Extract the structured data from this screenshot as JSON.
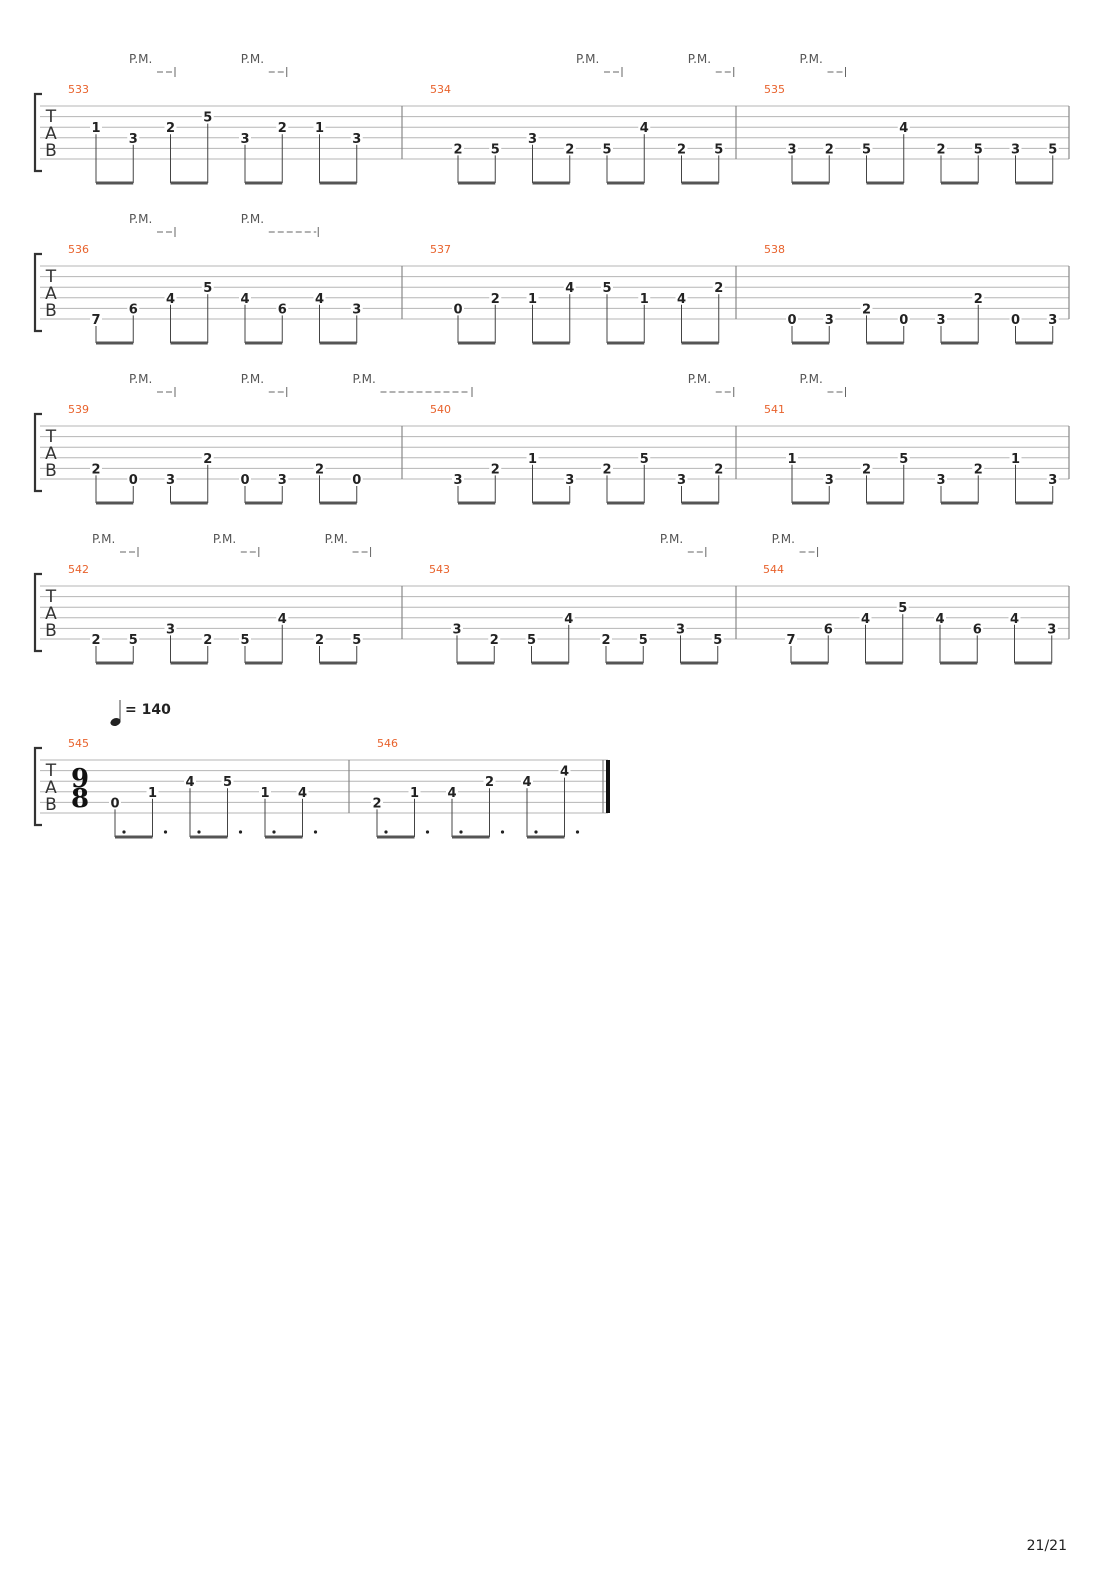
{
  "page_number": "21/21",
  "palm_mute_label": "P.M.",
  "tempo": {
    "value": "= 140"
  },
  "time_signature": {
    "top": "9",
    "bottom": "8"
  },
  "tab_letters": [
    "T",
    "A",
    "B"
  ],
  "systems": [
    {
      "palm_mutes": [
        {
          "beat": 1,
          "len": 1
        },
        {
          "beat": 5,
          "len": 1
        },
        {
          "beat": 17,
          "len": 1
        },
        {
          "beat": 21,
          "len": 1
        },
        {
          "beat": 25,
          "len": 1
        },
        {
          "beat": 41,
          "len": 1
        },
        {
          "beat": 45,
          "len": 1
        }
      ],
      "measures": [
        {
          "number": "533",
          "notes": [
            {
              "s": 3,
              "f": "1"
            },
            {
              "s": 4,
              "f": "3"
            },
            {
              "s": 3,
              "f": "2"
            },
            {
              "s": 2,
              "f": "5"
            },
            {
              "s": 4,
              "f": "3"
            },
            {
              "s": 3,
              "f": "2"
            },
            {
              "s": 3,
              "f": "1"
            },
            {
              "s": 4,
              "f": "3"
            }
          ]
        },
        {
          "number": "534",
          "notes": [
            {
              "s": 5,
              "f": "2"
            },
            {
              "s": 5,
              "f": "5"
            },
            {
              "s": 4,
              "f": "3"
            },
            {
              "s": 5,
              "f": "2"
            },
            {
              "s": 5,
              "f": "5"
            },
            {
              "s": 3,
              "f": "4"
            },
            {
              "s": 5,
              "f": "2"
            },
            {
              "s": 5,
              "f": "5"
            }
          ]
        },
        {
          "number": "535",
          "notes": [
            {
              "s": 5,
              "f": "3"
            },
            {
              "s": 5,
              "f": "2"
            },
            {
              "s": 5,
              "f": "5"
            },
            {
              "s": 3,
              "f": "4"
            },
            {
              "s": 5,
              "f": "2"
            },
            {
              "s": 5,
              "f": "5"
            },
            {
              "s": 5,
              "f": "3"
            },
            {
              "s": 5,
              "f": "5"
            }
          ]
        }
      ]
    },
    {
      "palm_mutes": [
        {
          "beat": 1,
          "len": 1
        },
        {
          "beat": 5,
          "len": 4
        },
        {
          "beat": 37,
          "len": 1
        },
        {
          "beat": 41,
          "len": 1
        },
        {
          "beat": 45,
          "len": 1
        }
      ],
      "measures": [
        {
          "number": "536",
          "notes": [
            {
              "s": 6,
              "f": "7"
            },
            {
              "s": 5,
              "f": "6"
            },
            {
              "s": 4,
              "f": "4"
            },
            {
              "s": 3,
              "f": "5"
            },
            {
              "s": 4,
              "f": "4"
            },
            {
              "s": 5,
              "f": "6"
            },
            {
              "s": 4,
              "f": "4"
            },
            {
              "s": 5,
              "f": "3"
            }
          ]
        },
        {
          "number": "537",
          "notes": [
            {
              "s": 5,
              "f": "0"
            },
            {
              "s": 4,
              "f": "2"
            },
            {
              "s": 4,
              "f": "1"
            },
            {
              "s": 3,
              "f": "4"
            },
            {
              "s": 3,
              "f": "5"
            },
            {
              "s": 4,
              "f": "1"
            },
            {
              "s": 4,
              "f": "4"
            },
            {
              "s": 3,
              "f": "2"
            }
          ]
        },
        {
          "number": "538",
          "notes": [
            {
              "s": 6,
              "f": "0"
            },
            {
              "s": 6,
              "f": "3"
            },
            {
              "s": 5,
              "f": "2"
            },
            {
              "s": 6,
              "f": "0"
            },
            {
              "s": 6,
              "f": "3"
            },
            {
              "s": 4,
              "f": "2"
            },
            {
              "s": 6,
              "f": "0"
            },
            {
              "s": 6,
              "f": "3"
            }
          ]
        }
      ]
    },
    {
      "palm_mutes": [
        {
          "beat": 1,
          "len": 1
        },
        {
          "beat": 5,
          "len": 1
        },
        {
          "beat": 9,
          "len": 8
        },
        {
          "beat": 21,
          "len": 1
        },
        {
          "beat": 25,
          "len": 1
        },
        {
          "beat": 41,
          "len": 1
        },
        {
          "beat": 45,
          "len": 1
        }
      ],
      "measures": [
        {
          "number": "539",
          "notes": [
            {
              "s": 5,
              "f": "2"
            },
            {
              "s": 6,
              "f": "0"
            },
            {
              "s": 6,
              "f": "3"
            },
            {
              "s": 4,
              "f": "2"
            },
            {
              "s": 6,
              "f": "0"
            },
            {
              "s": 6,
              "f": "3"
            },
            {
              "s": 5,
              "f": "2"
            },
            {
              "s": 6,
              "f": "0"
            }
          ]
        },
        {
          "number": "540",
          "notes": [
            {
              "s": 6,
              "f": "3"
            },
            {
              "s": 5,
              "f": "2"
            },
            {
              "s": 4,
              "f": "1"
            },
            {
              "s": 6,
              "f": "3"
            },
            {
              "s": 5,
              "f": "2"
            },
            {
              "s": 4,
              "f": "5"
            },
            {
              "s": 6,
              "f": "3"
            },
            {
              "s": 5,
              "f": "2"
            }
          ]
        },
        {
          "number": "541",
          "notes": [
            {
              "s": 4,
              "f": "1"
            },
            {
              "s": 6,
              "f": "3"
            },
            {
              "s": 5,
              "f": "2"
            },
            {
              "s": 4,
              "f": "5"
            },
            {
              "s": 6,
              "f": "3"
            },
            {
              "s": 5,
              "f": "2"
            },
            {
              "s": 4,
              "f": "1"
            },
            {
              "s": 6,
              "f": "3"
            }
          ]
        }
      ]
    },
    {
      "palm_mutes": [
        {
          "beat": 0,
          "len": 1
        },
        {
          "beat": 4,
          "len": 1
        },
        {
          "beat": 8,
          "len": 1
        },
        {
          "beat": 20,
          "len": 1
        },
        {
          "beat": 24,
          "len": 1
        },
        {
          "beat": 41,
          "len": 1
        },
        {
          "beat": 45,
          "len": 4
        }
      ],
      "measures": [
        {
          "number": "542",
          "notes": [
            {
              "s": 6,
              "f": "2"
            },
            {
              "s": 6,
              "f": "5"
            },
            {
              "s": 5,
              "f": "3"
            },
            {
              "s": 6,
              "f": "2"
            },
            {
              "s": 6,
              "f": "5"
            },
            {
              "s": 4,
              "f": "4"
            },
            {
              "s": 6,
              "f": "2"
            },
            {
              "s": 6,
              "f": "5"
            }
          ]
        },
        {
          "number": "543",
          "notes": [
            {
              "s": 5,
              "f": "3"
            },
            {
              "s": 6,
              "f": "2"
            },
            {
              "s": 6,
              "f": "5"
            },
            {
              "s": 4,
              "f": "4"
            },
            {
              "s": 6,
              "f": "2"
            },
            {
              "s": 6,
              "f": "5"
            },
            {
              "s": 5,
              "f": "3"
            },
            {
              "s": 6,
              "f": "5"
            }
          ]
        },
        {
          "number": "544",
          "notes": [
            {
              "s": 6,
              "f": "7"
            },
            {
              "s": 5,
              "f": "6"
            },
            {
              "s": 4,
              "f": "4"
            },
            {
              "s": 3,
              "f": "5"
            },
            {
              "s": 4,
              "f": "4"
            },
            {
              "s": 5,
              "f": "6"
            },
            {
              "s": 4,
              "f": "4"
            },
            {
              "s": 5,
              "f": "3"
            }
          ]
        }
      ]
    },
    {
      "palm_mutes": [],
      "measures": [
        {
          "number": "545",
          "notes": [
            {
              "s": 5,
              "f": "0"
            },
            {
              "s": 4,
              "f": "1"
            },
            {
              "s": 3,
              "f": "4"
            },
            {
              "s": 3,
              "f": "5"
            },
            {
              "s": 4,
              "f": "1"
            },
            {
              "s": 4,
              "f": "4"
            }
          ]
        },
        {
          "number": "546",
          "notes": [
            {
              "s": 5,
              "f": "2"
            },
            {
              "s": 4,
              "f": "1"
            },
            {
              "s": 4,
              "f": "4"
            },
            {
              "s": 3,
              "f": "2"
            },
            {
              "s": 3,
              "f": "4"
            },
            {
              "s": 2,
              "f": "4"
            }
          ]
        }
      ]
    }
  ]
}
